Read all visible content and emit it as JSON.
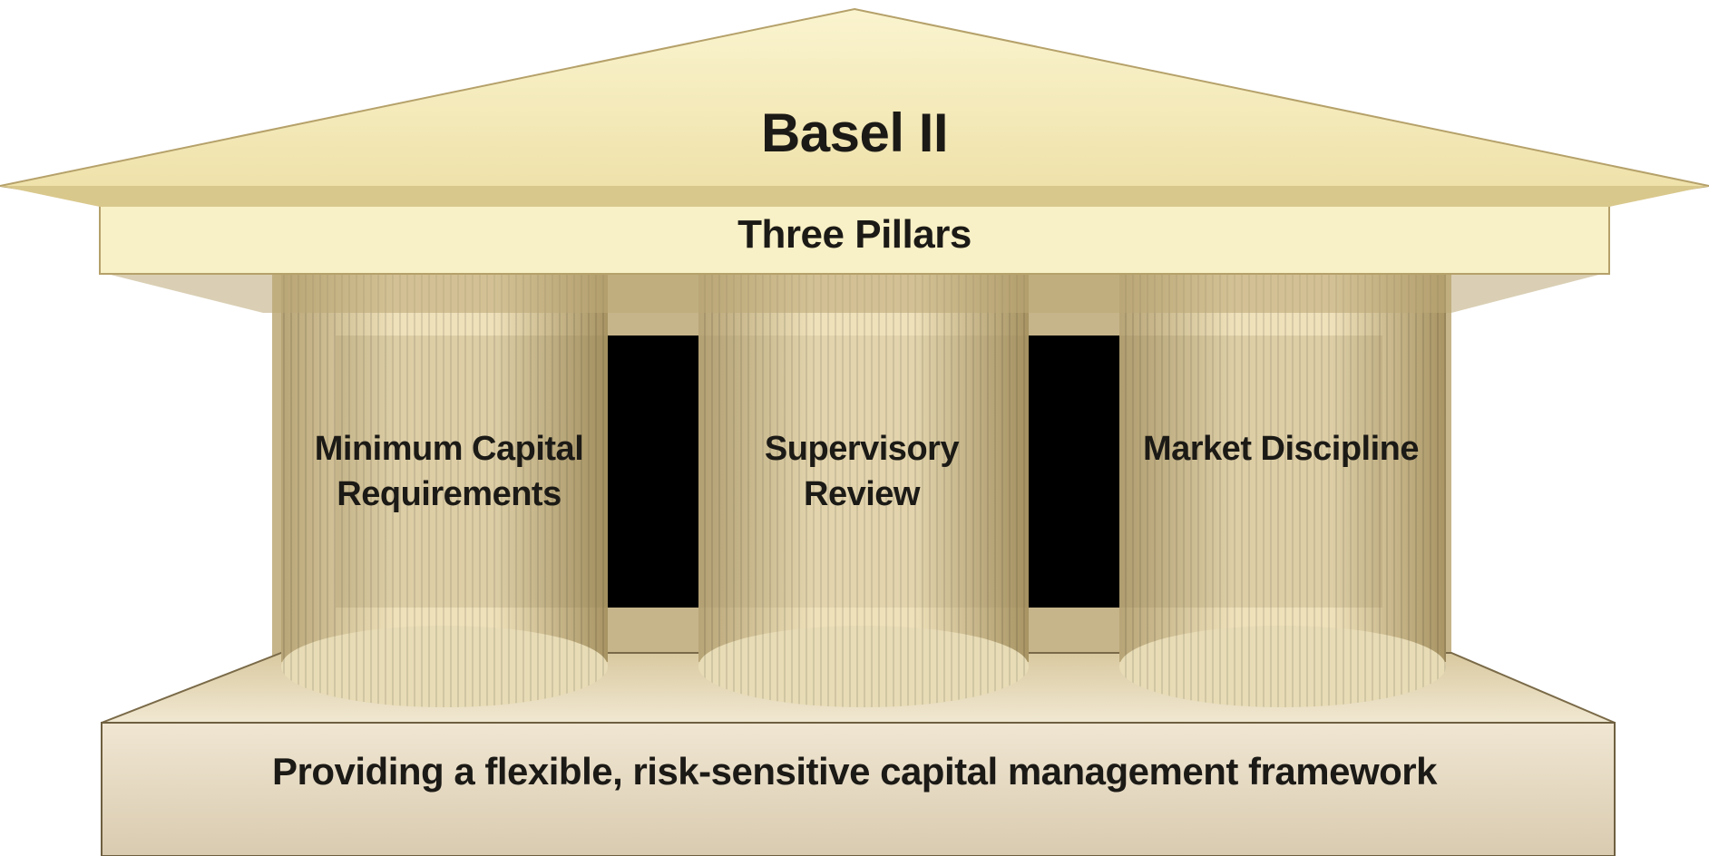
{
  "title": "Basel II",
  "subtitle": "Three Pillars",
  "pillars": [
    {
      "label": "Minimum Capital Requirements",
      "line1": "Minimum Capital",
      "line2": "Requirements"
    },
    {
      "label": "Supervisory Review",
      "line1": "Supervisory",
      "line2": "Review"
    },
    {
      "label": "Market Discipline",
      "line1": "Market Discipline",
      "line2": ""
    }
  ],
  "foundation": "Providing a flexible, risk-sensitive capital management framework",
  "colors": {
    "roof": "#f6edb8",
    "roof_edge": "#c9b677",
    "pillar_light": "#f3e6c0",
    "pillar_dark": "#a89463",
    "gap": "#000000",
    "base": "#e0d3bb",
    "text": "#1c1a16"
  }
}
